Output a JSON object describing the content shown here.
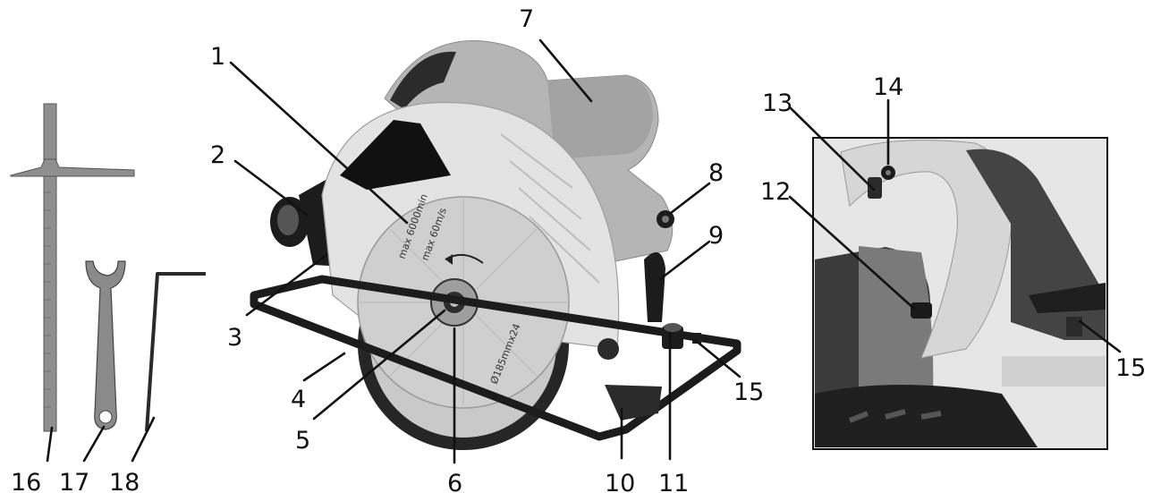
{
  "callouts": [
    "1",
    "2",
    "3",
    "4",
    "5",
    "6",
    "7",
    "8",
    "9",
    "10",
    "11",
    "12",
    "13",
    "14",
    "15",
    "15",
    "16",
    "17",
    "18"
  ],
  "colors": {
    "housing_dark": "#1c1c1c",
    "housing_grey": "#9e9e9e",
    "blade": "#c9c9c9",
    "guard": "#e3e3e3",
    "motor_light": "#b5b5b5",
    "handle_light": "#d6d6d6"
  },
  "blade_marking": {
    "line1": "max 6000min",
    "line2": "max 60m/s",
    "line3": "Ø185mmx24"
  }
}
